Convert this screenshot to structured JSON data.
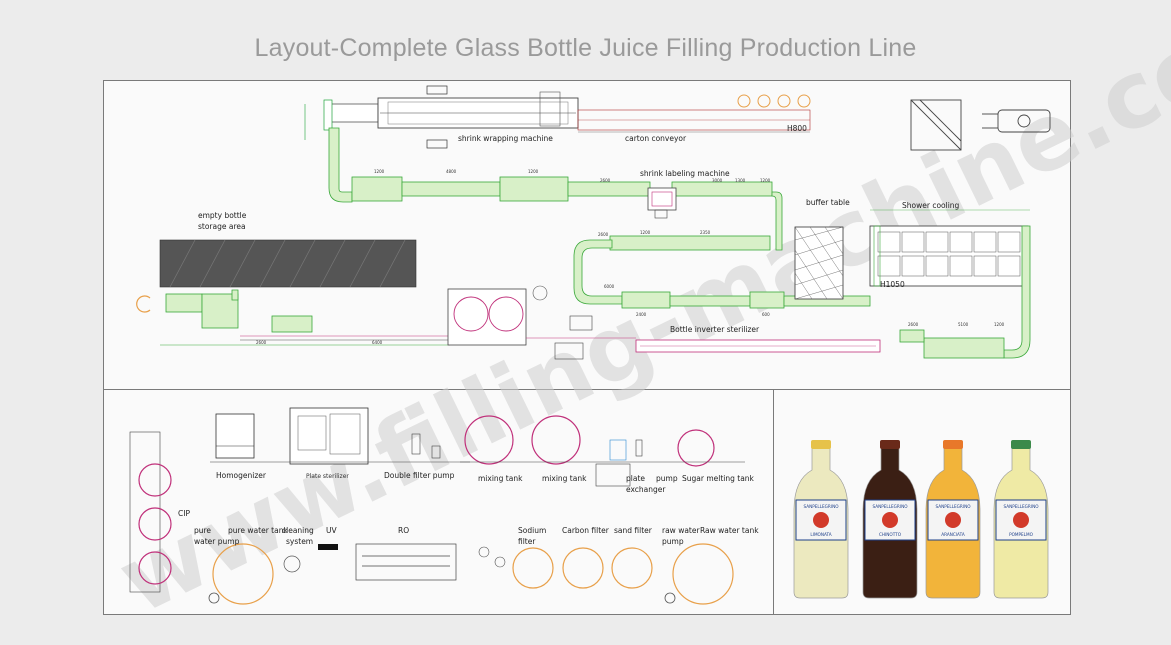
{
  "title": "Layout-Complete Glass Bottle Juice Filling Production Line",
  "watermark": "www.filling-machine.com",
  "top_section": {
    "labels": {
      "shrink_wrapping": "shrink wrapping machine",
      "carton_conveyor": "carton conveyor",
      "h800": "H800",
      "shrink_labeling": "shrink labeling machine",
      "buffer_table": "buffer table",
      "shower_cooling": "Shower cooling",
      "empty_bottle_1": "empty bottle",
      "empty_bottle_2": "storage area",
      "bottle_inverter": "Bottle inverter sterilizer",
      "h1050": "H1050"
    },
    "dimensions": {
      "d1": "1200",
      "d2": "4800",
      "d3": "1200",
      "d4": "2600",
      "d5": "3000",
      "d6": "1300",
      "d7": "1200",
      "d8": "2600",
      "d9": "1200",
      "d10": "2350",
      "d11": "6000",
      "d12": "2400",
      "d13": "600",
      "d14": "2600",
      "d15": "5100",
      "d16": "1200",
      "d17": "2600",
      "d18": "6400"
    }
  },
  "water_section": {
    "labels": {
      "homogenizer": "Homogenizer",
      "plate_sterilizer": "Plate sterilizer",
      "double_filter_pump": "Double filter pump",
      "mixing_tank_1": "mixing tank",
      "mixing_tank_2": "mixing tank",
      "plate_exchanger_1": "plate",
      "plate_exchanger_2": "exchanger",
      "pump": "pump",
      "sugar_melting_tank": "Sugar melting tank",
      "cip": "CIP",
      "pure_water_pump_1": "pure",
      "pure_water_pump_2": "water pump",
      "pure_water_tank": "pure water tank",
      "cleaning_system_1": "cleaning",
      "cleaning_system_2": "system",
      "uv": "UV",
      "ro": "RO",
      "sodium_filter_1": "Sodium",
      "sodium_filter_2": "filter",
      "carbon_filter": "Carbon filter",
      "sand_filter": "sand filter",
      "raw_water_pump_1": "raw water",
      "raw_water_pump_2": "pump",
      "raw_water_tank": "Raw water tank"
    }
  },
  "bottles": [
    {
      "brand": "SANPELLEGRINO",
      "flavor": "LIMONATA",
      "liquid": "#ece9bf",
      "cap": "#e6c24a",
      "label": "#1d3f8a"
    },
    {
      "brand": "SANPELLEGRINO",
      "flavor": "CHINOTTO",
      "liquid": "#3b1f14",
      "cap": "#6a2a1a",
      "label": "#1d3f8a"
    },
    {
      "brand": "SANPELLEGRINO",
      "flavor": "ARANCIATA",
      "liquid": "#f2b43a",
      "cap": "#e8782a",
      "label": "#1d3f8a"
    },
    {
      "brand": "SANPELLEGRINO",
      "flavor": "POMPELMO",
      "liquid": "#efeaa5",
      "cap": "#3c8a4a",
      "label": "#1d3f8a"
    }
  ],
  "colors": {
    "conveyor_green": "#86d27a",
    "conveyor_fill": "#d8f0c8",
    "tank_pink": "#c0307a",
    "tank_orange": "#e8a04a",
    "frame": "#7a7a7a"
  }
}
